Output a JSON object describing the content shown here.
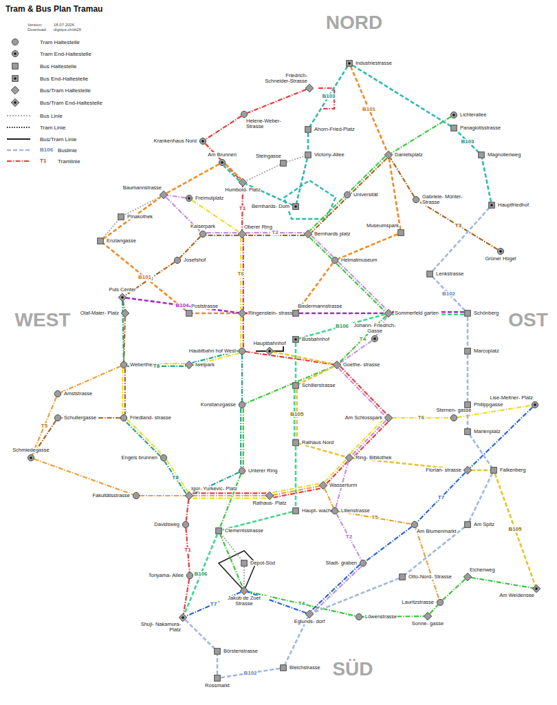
{
  "diagram": {
    "title": "Tram & Bus Plan Tramau",
    "nodes": [
      {
        "text": [
          "Industriestrasse"
        ]
      },
      {
        "text": [
          "Friedrich- Schneider-Strasse"
        ]
      },
      {
        "text": [
          "Helene-Weber- Strasse"
        ]
      },
      {
        "text": [
          "Ahorn-Fried-Platz"
        ]
      },
      {
        "text": [
          "Krankenhaus Nord"
        ]
      },
      {
        "text": [
          "Steingasse"
        ]
      },
      {
        "text": [
          "Victoriy-Allee"
        ]
      },
      {
        "text": [
          "Am Brunnen"
        ]
      },
      {
        "text": [
          "Humbold- Platz"
        ]
      },
      {
        "text": [
          "Baumannstrasse"
        ]
      },
      {
        "text": [
          "Freimutplatz"
        ]
      },
      {
        "text": [
          "Bernhards- Dom"
        ]
      },
      {
        "text": [
          "Universität"
        ]
      },
      {
        "text": [
          "Lichterallee"
        ]
      },
      {
        "text": [
          "Panagiotisstrasse"
        ]
      },
      {
        "text": [
          "Danielsplatz"
        ]
      },
      {
        "text": [
          "Magnolienweg"
        ]
      },
      {
        "text": [
          "Gabriele- Münter- Strasse"
        ]
      },
      {
        "text": [
          "Hauptfriedhof"
        ]
      },
      {
        "text": [
          "Pinakothek"
        ]
      },
      {
        "text": [
          "Kaiserpark"
        ]
      },
      {
        "text": [
          "Oberer Ring"
        ]
      },
      {
        "text": [
          "Bernhards platz"
        ]
      },
      {
        "text": [
          "Museumspark"
        ]
      },
      {
        "text": [
          "Enziangasse"
        ]
      },
      {
        "text": [
          "Josefshof"
        ]
      },
      {
        "text": [
          "Heimatmuseum"
        ]
      },
      {
        "text": [
          "Grüner Hügel"
        ]
      },
      {
        "text": [
          "Lenkstrasse"
        ]
      },
      {
        "text": [
          "Puls Center"
        ]
      },
      {
        "text": [
          "Olaf-Maier- Platz"
        ]
      },
      {
        "text": [
          "Poststrasse"
        ]
      },
      {
        "text": [
          "Ringenstein- strasse"
        ]
      },
      {
        "text": [
          "Biedermannstrasse"
        ]
      },
      {
        "text": [
          "Sommerfeld garten"
        ]
      },
      {
        "text": [
          "Schönberg"
        ]
      },
      {
        "text": [
          "Johann- Friedrich- Gasse"
        ]
      },
      {
        "text": [
          "Busbahnhof"
        ]
      },
      {
        "text": [
          "Hauptbahnhof"
        ]
      },
      {
        "text": [
          "Haubtbahn hof West"
        ]
      },
      {
        "text": [
          "Marcoplatz"
        ]
      },
      {
        "text": [
          "Webertheater"
        ]
      },
      {
        "text": [
          "Iwelpark"
        ]
      },
      {
        "text": [
          "Goethe- strasse"
        ]
      },
      {
        "text": [
          "Amststrasse"
        ]
      },
      {
        "text": [
          "Schillerstrasse"
        ]
      },
      {
        "text": [
          "Konstanzgasse"
        ]
      },
      {
        "text": [
          "Friedland- strasse"
        ]
      },
      {
        "text": [
          "Am Schlosspark"
        ]
      },
      {
        "text": [
          "Sternen- gasse"
        ]
      },
      {
        "text": [
          "Philippgasse"
        ]
      },
      {
        "text": [
          "Lise-Meitner- Platz"
        ]
      },
      {
        "text": [
          "Schullergasse"
        ]
      },
      {
        "text": [
          "Marienplatz"
        ]
      },
      {
        "text": [
          "Rathaus Nord"
        ]
      },
      {
        "text": [
          "Schmiedegasse"
        ]
      },
      {
        "text": [
          "Engels brunnen"
        ]
      },
      {
        "text": [
          "Ring- Bibliothek"
        ]
      },
      {
        "text": [
          "Florian- strasse"
        ]
      },
      {
        "text": [
          "Falkenberg"
        ]
      },
      {
        "text": [
          "Unterer Ring"
        ]
      },
      {
        "text": [
          "Fakultätsstrasse"
        ]
      },
      {
        "text": [
          "Igor- Yurkevic- Platz"
        ]
      },
      {
        "text": [
          "Wasserturm"
        ]
      },
      {
        "text": [
          "Rathaus- Platz"
        ]
      },
      {
        "text": [
          "Davidsweg"
        ]
      },
      {
        "text": [
          "Haupt- wache"
        ]
      },
      {
        "text": [
          "Lilienstrasse"
        ]
      },
      {
        "text": [
          "Clementsstrasse"
        ]
      },
      {
        "text": [
          "Am Spitz"
        ]
      },
      {
        "text": [
          "Am Blumenmarkt"
        ]
      },
      {
        "text": [
          "Depot-Süd"
        ]
      },
      {
        "text": [
          "Toriyama- Allee"
        ]
      },
      {
        "text": [
          "Stadt- graben"
        ]
      },
      {
        "text": [
          "Otto-Nord- Strasse"
        ]
      },
      {
        "text": [
          "Eichenweg"
        ]
      },
      {
        "text": [
          "Lauritzstrasse"
        ]
      },
      {
        "text": [
          "Am Weidensee"
        ]
      },
      {
        "text": [
          "Jakob de Zoet Strasse"
        ]
      },
      {
        "text": [
          "Shuji- Nakamura- Platz"
        ]
      },
      {
        "text": [
          "Eglunds- dorf"
        ]
      },
      {
        "text": [
          "Löwenstrasse"
        ]
      },
      {
        "text": [
          "Sonne- gasse"
        ]
      },
      {
        "text": [
          "Börstenstrasse"
        ]
      },
      {
        "text": [
          "Bleichstrasse"
        ]
      },
      {
        "text": [
          "Rossmarkt"
        ]
      }
    ],
    "edges": [
      {
        "from": 1,
        "to": 2,
        "arrow": "none"
      },
      {
        "from": 2,
        "to": 4,
        "arrow": "none"
      },
      {
        "from": 4,
        "to": 8,
        "arrow": "none"
      },
      {
        "from": 8,
        "to": 21,
        "arrow": "none",
        "label": "T1"
      },
      {
        "from": 21,
        "to": 32,
        "arrow": "none"
      },
      {
        "from": 32,
        "to": 39,
        "arrow": "none"
      },
      {
        "from": 39,
        "to": 43,
        "arrow": "none"
      },
      {
        "from": 43,
        "to": 48,
        "arrow": "none"
      },
      {
        "from": 48,
        "to": 57,
        "arrow": "none"
      },
      {
        "from": 57,
        "to": 63,
        "arrow": "none"
      },
      {
        "from": 63,
        "to": 64,
        "arrow": "none"
      },
      {
        "from": 64,
        "to": 62,
        "arrow": "none"
      },
      {
        "from": 62,
        "to": 65,
        "arrow": "none"
      },
      {
        "from": 65,
        "to": 72,
        "arrow": "none",
        "label": "T1"
      },
      {
        "from": 72,
        "to": 79,
        "arrow": "none"
      },
      {
        "from": 10,
        "to": 9,
        "arrow": "none"
      },
      {
        "from": 9,
        "to": 20,
        "arrow": "none"
      },
      {
        "from": 20,
        "to": 21,
        "arrow": "none"
      },
      {
        "from": 21,
        "to": 22,
        "arrow": "none",
        "label": "T2"
      },
      {
        "from": 22,
        "to": 26,
        "arrow": "none"
      },
      {
        "from": 26,
        "to": 34,
        "arrow": "none"
      },
      {
        "from": 34,
        "to": 36,
        "arrow": "none"
      },
      {
        "from": 36,
        "to": 43,
        "arrow": "none"
      },
      {
        "from": 43,
        "to": 48,
        "arrow": "none"
      },
      {
        "from": 48,
        "to": 57,
        "arrow": "none"
      },
      {
        "from": 57,
        "to": 67,
        "arrow": "none"
      },
      {
        "from": 67,
        "to": 73,
        "arrow": "none",
        "label": "T2"
      },
      {
        "from": 73,
        "to": 80,
        "arrow": "none"
      },
      {
        "from": 27,
        "to": 17,
        "arrow": "none",
        "label": "T3"
      },
      {
        "from": 17,
        "to": 15,
        "arrow": "none"
      },
      {
        "from": 15,
        "to": 22,
        "arrow": "none"
      },
      {
        "from": 22,
        "to": 21,
        "arrow": "none"
      },
      {
        "from": 21,
        "to": 20,
        "arrow": "none"
      },
      {
        "from": 20,
        "to": 25,
        "arrow": "none"
      },
      {
        "from": 25,
        "to": 29,
        "arrow": "none",
        "label": "T3"
      },
      {
        "from": 29,
        "to": 30,
        "arrow": "none"
      },
      {
        "from": 30,
        "to": 41,
        "arrow": "none"
      },
      {
        "from": 41,
        "to": 47,
        "arrow": "none"
      },
      {
        "from": 47,
        "to": 52,
        "arrow": "none"
      },
      {
        "from": 52,
        "to": 55,
        "arrow": "none"
      },
      {
        "from": 13,
        "to": 15,
        "arrow": "none"
      },
      {
        "from": 15,
        "to": 22,
        "arrow": "none"
      },
      {
        "from": 22,
        "to": 26,
        "arrow": "none"
      },
      {
        "from": 26,
        "to": 34,
        "arrow": "none"
      },
      {
        "from": 34,
        "to": 43,
        "arrow": "none",
        "label": "T4"
      },
      {
        "from": 43,
        "to": 46,
        "arrow": "none"
      },
      {
        "from": 46,
        "to": 60,
        "arrow": "none"
      },
      {
        "from": 60,
        "to": 68,
        "arrow": "none"
      },
      {
        "from": 68,
        "to": 78,
        "arrow": "none"
      },
      {
        "from": 78,
        "to": 81,
        "arrow": "none",
        "label": "T4"
      },
      {
        "from": 81,
        "to": 82,
        "arrow": "none"
      },
      {
        "from": 82,
        "to": 76,
        "arrow": "none"
      },
      {
        "from": 76,
        "to": 75,
        "arrow": "none"
      },
      {
        "from": 75,
        "to": 77,
        "arrow": "none"
      },
      {
        "from": 41,
        "to": 44,
        "arrow": "none"
      },
      {
        "from": 44,
        "to": 55,
        "arrow": "none",
        "label": "T5"
      },
      {
        "from": 55,
        "to": 61,
        "arrow": "none"
      },
      {
        "from": 61,
        "to": 62,
        "arrow": "none"
      },
      {
        "from": 62,
        "to": 64,
        "arrow": "none"
      },
      {
        "from": 64,
        "to": 63,
        "arrow": "none"
      },
      {
        "from": 63,
        "to": 67,
        "arrow": "none"
      },
      {
        "from": 67,
        "to": 70,
        "arrow": "none",
        "label": "T5"
      },
      {
        "from": 70,
        "to": 76,
        "arrow": "none"
      },
      {
        "from": 10,
        "to": 21,
        "arrow": "none"
      },
      {
        "from": 21,
        "to": 32,
        "arrow": "none",
        "label": "T6"
      },
      {
        "from": 32,
        "to": 39,
        "arrow": "none"
      },
      {
        "from": 39,
        "to": 42,
        "arrow": "none"
      },
      {
        "from": 42,
        "to": 41,
        "arrow": "none"
      },
      {
        "from": 41,
        "to": 47,
        "arrow": "none"
      },
      {
        "from": 47,
        "to": 56,
        "arrow": "none"
      },
      {
        "from": 56,
        "to": 62,
        "arrow": "none"
      },
      {
        "from": 62,
        "to": 64,
        "arrow": "none"
      },
      {
        "from": 64,
        "to": 63,
        "arrow": "none"
      },
      {
        "from": 63,
        "to": 57,
        "arrow": "none"
      },
      {
        "from": 57,
        "to": 48,
        "arrow": "none"
      },
      {
        "from": 48,
        "to": 49,
        "arrow": "none",
        "label": "T6"
      },
      {
        "from": 49,
        "to": 51,
        "arrow": "none"
      },
      {
        "from": 51,
        "to": 58,
        "arrow": "none"
      },
      {
        "from": 58,
        "to": 70,
        "arrow": "none",
        "label": "T7"
      },
      {
        "from": 70,
        "to": 73,
        "arrow": "none"
      },
      {
        "from": 73,
        "to": 80,
        "arrow": "none"
      },
      {
        "from": 80,
        "to": 78,
        "arrow": "none"
      },
      {
        "from": 78,
        "to": 79,
        "arrow": "none",
        "label": "T7"
      },
      {
        "from": 29,
        "to": 41,
        "arrow": "none"
      },
      {
        "from": 41,
        "to": 42,
        "arrow": "none",
        "label": "T8"
      },
      {
        "from": 42,
        "to": 39,
        "arrow": "none"
      },
      {
        "from": 39,
        "to": 46,
        "arrow": "none"
      },
      {
        "from": 46,
        "to": 60,
        "arrow": "none"
      },
      {
        "from": 60,
        "to": 62,
        "arrow": "none"
      },
      {
        "from": 62,
        "to": 56,
        "arrow": "none",
        "label": "T8"
      },
      {
        "from": 56,
        "to": 47,
        "arrow": "none"
      },
      {
        "from": 0,
        "to": 15,
        "arrow": "none",
        "label": "B101"
      },
      {
        "from": 15,
        "to": 23,
        "arrow": "none"
      },
      {
        "from": 23,
        "to": 26,
        "arrow": "none"
      },
      {
        "from": 26,
        "to": 33,
        "arrow": "none"
      },
      {
        "from": 33,
        "to": 31,
        "arrow": "none"
      },
      {
        "from": 31,
        "to": 24,
        "arrow": "none",
        "label": "B101"
      },
      {
        "from": 24,
        "to": 9,
        "arrow": "none"
      },
      {
        "from": 9,
        "to": 7,
        "arrow": "none"
      },
      {
        "from": 7,
        "to": 8,
        "arrow": "none"
      },
      {
        "from": 18,
        "to": 28,
        "arrow": "none"
      },
      {
        "from": 28,
        "to": 35,
        "arrow": "none",
        "label": "B102"
      },
      {
        "from": 35,
        "to": 40,
        "arrow": "none"
      },
      {
        "from": 40,
        "to": 50,
        "arrow": "none"
      },
      {
        "from": 50,
        "to": 53,
        "arrow": "none"
      },
      {
        "from": 53,
        "to": 59,
        "arrow": "none"
      },
      {
        "from": 59,
        "to": 69,
        "arrow": "none"
      },
      {
        "from": 69,
        "to": 74,
        "arrow": "none"
      },
      {
        "from": 74,
        "to": 80,
        "arrow": "none"
      },
      {
        "from": 80,
        "to": 84,
        "arrow": "none"
      },
      {
        "from": 84,
        "to": 85,
        "arrow": "none",
        "label": "B102"
      },
      {
        "from": 85,
        "to": 83,
        "arrow": "none"
      },
      {
        "from": 83,
        "to": 79,
        "arrow": "none"
      },
      {
        "from": 18,
        "to": 16,
        "arrow": "none"
      },
      {
        "from": 16,
        "to": 14,
        "arrow": "none",
        "label": "B103"
      },
      {
        "from": 14,
        "to": 0,
        "arrow": "none"
      },
      {
        "from": 0,
        "to": 3,
        "arrow": "none",
        "label": "B103"
      },
      {
        "from": 3,
        "to": 6,
        "arrow": "none"
      },
      {
        "from": 6,
        "to": 11,
        "arrow": "none"
      },
      {
        "from": 11,
        "to": 8,
        "arrow": "none"
      },
      {
        "from": 8,
        "to": 7,
        "arrow": "none"
      },
      {
        "from": 29,
        "to": 32,
        "arrow": "none",
        "label": "B104"
      },
      {
        "from": 32,
        "to": 33,
        "arrow": "none"
      },
      {
        "from": 33,
        "to": 34,
        "arrow": "none"
      },
      {
        "from": 34,
        "to": 35,
        "arrow": "none"
      },
      {
        "from": 38,
        "to": 43,
        "arrow": "none"
      },
      {
        "from": 43,
        "to": 45,
        "arrow": "none"
      },
      {
        "from": 45,
        "to": 54,
        "arrow": "none",
        "label": "B105"
      },
      {
        "from": 54,
        "to": 57,
        "arrow": "none"
      },
      {
        "from": 57,
        "to": 58,
        "arrow": "none"
      },
      {
        "from": 58,
        "to": 59,
        "arrow": "none"
      },
      {
        "from": 59,
        "to": 77,
        "arrow": "none",
        "label": "B105"
      },
      {
        "from": 35,
        "to": 34,
        "arrow": "none"
      },
      {
        "from": 34,
        "to": 37,
        "arrow": "none",
        "label": "B106"
      },
      {
        "from": 37,
        "to": 45,
        "arrow": "none"
      },
      {
        "from": 45,
        "to": 54,
        "arrow": "none"
      },
      {
        "from": 54,
        "to": 66,
        "arrow": "none"
      },
      {
        "from": 66,
        "to": 68,
        "arrow": "none"
      },
      {
        "from": 68,
        "to": 79,
        "arrow": "none",
        "label": "B106"
      },
      {
        "from": 5,
        "to": 8,
        "arrow": "none"
      },
      {
        "from": 5,
        "to": 6,
        "arrow": "none"
      },
      {
        "from": 9,
        "to": 19,
        "arrow": "none"
      },
      {
        "from": 19,
        "to": 24,
        "arrow": "none"
      },
      {
        "from": 68,
        "to": 71,
        "arrow": "none"
      },
      {
        "from": 71,
        "to": 78,
        "arrow": "none"
      }
    ],
    "labels": [
      "Version:",
      "18.07.2026",
      "Download:",
      "digitips.ch/dt26",
      "B106",
      "T1",
      "NORD",
      "WEST",
      "OST",
      "SÜD"
    ],
    "legend": [
      {
        "text": "Tram Haltestelle"
      },
      {
        "text": "Tram End-Haltestelle"
      },
      {
        "text": "Bus Haltestelle"
      },
      {
        "text": "Bus End-Haltestelle"
      },
      {
        "text": "Bus/Tram Haltestelle"
      },
      {
        "text": "Bus/Tram End-Haltestelle"
      },
      {
        "text": "Bus Linie"
      },
      {
        "text": "Tram Linie"
      },
      {
        "text": "Bus/Tram Linie"
      },
      {
        "text": "Buslinie"
      },
      {
        "text": "Tramlinie"
      }
    ]
  }
}
